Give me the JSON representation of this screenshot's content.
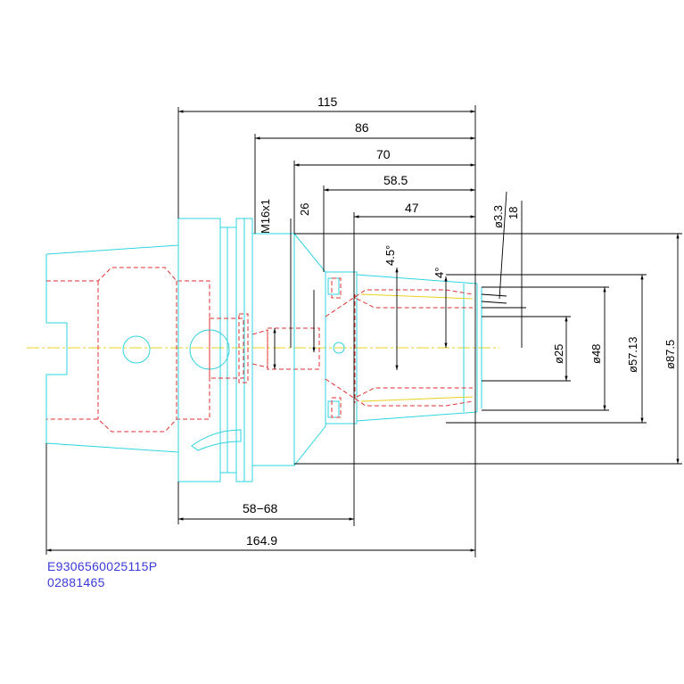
{
  "colors": {
    "outline": "#2fd3e0",
    "hidden": "#e03030",
    "centerline": "#e8d020",
    "dimension": "#000000",
    "code_text": "#3a3adb"
  },
  "dimensions": {
    "overall_length": "164.9",
    "length_115": "115",
    "length_86": "86",
    "length_70": "70",
    "length_58_5": "58.5",
    "length_47": "47",
    "length_26": "26",
    "range_58_68": "58−68",
    "thread": "M16x1",
    "dia_3_3": "ø3.3",
    "length_18": "18",
    "angle_4_5": "4.5°",
    "angle_4": "4°",
    "dia_25": "ø25",
    "dia_48": "ø48",
    "dia_57_13": "ø57.13",
    "dia_87_5": "ø87.5"
  },
  "labels": {
    "part_code": "E9306560025115P",
    "order_code": "02881465"
  }
}
